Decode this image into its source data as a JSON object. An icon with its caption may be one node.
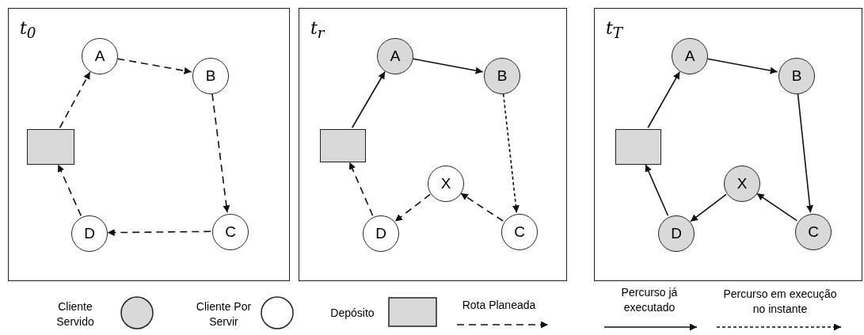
{
  "diagram": {
    "nodes": [
      {
        "text": [
          "*t*$_{0}$"
        ]
      },
      {
        "text": [
          "A"
        ],
        "in": 0
      },
      {
        "text": [
          "B"
        ],
        "in": 0
      },
      {
        "text": [
          "C"
        ],
        "in": 0
      },
      {
        "text": [
          "D"
        ],
        "in": 0
      },
      {
        "text": [],
        "shape": "box",
        "in": 0
      },
      {
        "text": [
          "*t*$_{r}$"
        ]
      },
      {
        "text": [
          "A"
        ],
        "in": 6
      },
      {
        "text": [
          "B"
        ],
        "in": 6
      },
      {
        "text": [
          "X"
        ],
        "in": 6
      },
      {
        "text": [
          "C"
        ],
        "in": 6
      },
      {
        "text": [
          "D"
        ],
        "in": 6
      },
      {
        "text": [],
        "shape": "box",
        "in": 6
      },
      {
        "text": [
          "*t*$_{T}$"
        ]
      },
      {
        "text": [
          "A"
        ],
        "in": 13
      },
      {
        "text": [
          "B"
        ],
        "in": 13
      },
      {
        "text": [
          "X"
        ],
        "in": 13
      },
      {
        "text": [
          "C"
        ],
        "in": 13
      },
      {
        "text": [
          "D"
        ],
        "in": 13
      },
      {
        "text": [],
        "shape": "box",
        "in": 13
      }
    ],
    "edges": [
      {
        "from": 5,
        "to": 1,
        "arrow": "to",
        "style": "dashed"
      },
      {
        "from": 1,
        "to": 2,
        "arrow": "to",
        "style": "dashed"
      },
      {
        "from": 2,
        "to": 3,
        "arrow": "to",
        "style": "dashed"
      },
      {
        "from": 3,
        "to": 4,
        "arrow": "to",
        "style": "dashed"
      },
      {
        "from": 4,
        "to": 5,
        "arrow": "to",
        "style": "dashed"
      },
      {
        "from": 12,
        "to": 7,
        "arrow": "to"
      },
      {
        "from": 7,
        "to": 8,
        "arrow": "to"
      },
      {
        "from": 8,
        "to": 10,
        "arrow": "to",
        "style": "dashed"
      },
      {
        "from": 10,
        "to": 9,
        "arrow": "to",
        "style": "dashed"
      },
      {
        "from": 9,
        "to": 11,
        "arrow": "to",
        "style": "dashed"
      },
      {
        "from": 11,
        "to": 12,
        "arrow": "to",
        "style": "dashed"
      },
      {
        "from": 19,
        "to": 14,
        "arrow": "to"
      },
      {
        "from": 14,
        "to": 15,
        "arrow": "to"
      },
      {
        "from": 15,
        "to": 17,
        "arrow": "to"
      },
      {
        "from": 17,
        "to": 16,
        "arrow": "to"
      },
      {
        "from": 16,
        "to": 18,
        "arrow": "to"
      },
      {
        "from": 18,
        "to": 19,
        "arrow": "to"
      }
    ],
    "legend": [
      {
        "text": "Cliente Servido"
      },
      {
        "text": "Cliente Por Servir"
      },
      {
        "text": "Depósito"
      },
      {
        "text": "Rota Planeada"
      },
      {
        "text": "Percurso já executado"
      },
      {
        "text": "Percurso em execução no instante"
      }
    ]
  }
}
